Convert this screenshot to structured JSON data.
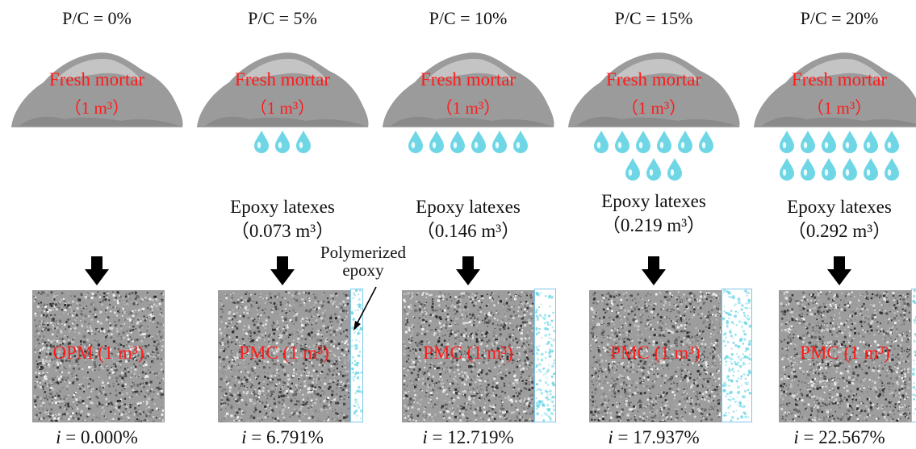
{
  "panels": [
    {
      "pc": "P/C = 0%",
      "cloud_title": "Fresh mortar",
      "cloud_volume": "（1 m³）",
      "drop_rows": [],
      "epoxy_name": "",
      "epoxy_volume": "",
      "block_label": "OPM (1 m³)",
      "i_prefix": "i",
      "i_value": " = 0.000%",
      "epoxy_fraction": 0.0
    },
    {
      "pc": "P/C = 5%",
      "cloud_title": "Fresh mortar",
      "cloud_volume": "（1 m³）",
      "drop_rows": [
        3
      ],
      "epoxy_name": "Epoxy latexes",
      "epoxy_volume": "（0.073 m³）",
      "block_label": "PMC (1 m³)",
      "i_prefix": "i",
      "i_value": " = 6.791%",
      "epoxy_fraction": 0.068
    },
    {
      "pc": "P/C = 10%",
      "cloud_title": "Fresh mortar",
      "cloud_volume": "（1 m³）",
      "drop_rows": [
        6
      ],
      "epoxy_name": "Epoxy latexes",
      "epoxy_volume": "（0.146 m³）",
      "block_label": "PMC (1 m³)",
      "i_prefix": "i",
      "i_value": " = 12.719%",
      "epoxy_fraction": 0.127
    },
    {
      "pc": "P/C = 15%",
      "cloud_title": "Fresh mortar",
      "cloud_volume": "（1 m³）",
      "drop_rows": [
        6,
        3
      ],
      "epoxy_name": "Epoxy latexes",
      "epoxy_volume": "（0.219 m³）",
      "block_label": "PMC (1 m³)",
      "i_prefix": "i",
      "i_value": " = 17.937%",
      "epoxy_fraction": 0.179
    },
    {
      "pc": "P/C = 20%",
      "cloud_title": "Fresh mortar",
      "cloud_volume": "（1 m³）",
      "drop_rows": [
        6,
        6
      ],
      "epoxy_name": "Epoxy latexes",
      "epoxy_volume": "（0.292 m³）",
      "block_label": "PMC (1 m³)",
      "i_prefix": "i",
      "i_value": " = 22.567%",
      "epoxy_fraction": 0.226
    }
  ],
  "polymerized_label": "Polymerized\nepoxy",
  "colors": {
    "cloud": "#9b9b9b",
    "cloud_light": "#c4c4c4",
    "label_red": "#ff1a1a",
    "drop": "#6fd6e6",
    "epoxy_border": "#7ec8e8",
    "arrow": "#000000"
  },
  "icons": {
    "drop": "water-drop-icon",
    "arrow": "down-arrow-icon",
    "cloud": "mortar-cloud-icon"
  }
}
